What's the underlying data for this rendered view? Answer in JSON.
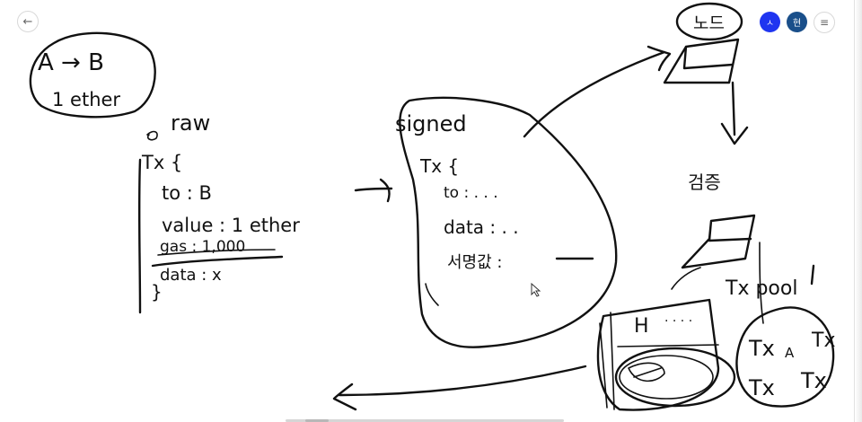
{
  "toolbar": {
    "back_glyph": "←",
    "avatars": [
      {
        "initial": "ㅅ",
        "color": "#1f35f0"
      },
      {
        "initial": "현",
        "color": "#1a4f8a"
      }
    ],
    "menu_glyph": "≡"
  },
  "whiteboard": {
    "bubble": {
      "line1": "A → B",
      "line2": "1 ether"
    },
    "raw_label": "raw",
    "tx_left": {
      "open": "Tx {",
      "to": "to : B",
      "value": "value : 1 ether",
      "gas": "gas : 1,000",
      "data": "data : x",
      "close": "}"
    },
    "signed_blob": {
      "title": "signed",
      "open": "Tx {",
      "to": "to : . . .",
      "data": "data : . .",
      "signature": "서명값 :"
    },
    "node_label": "노드",
    "verify_label": "검증",
    "txpool_label": "Tx pool",
    "block_label": "H",
    "pool_items": [
      "Tx",
      "A",
      "Tx",
      "Tx",
      "Tx"
    ]
  }
}
